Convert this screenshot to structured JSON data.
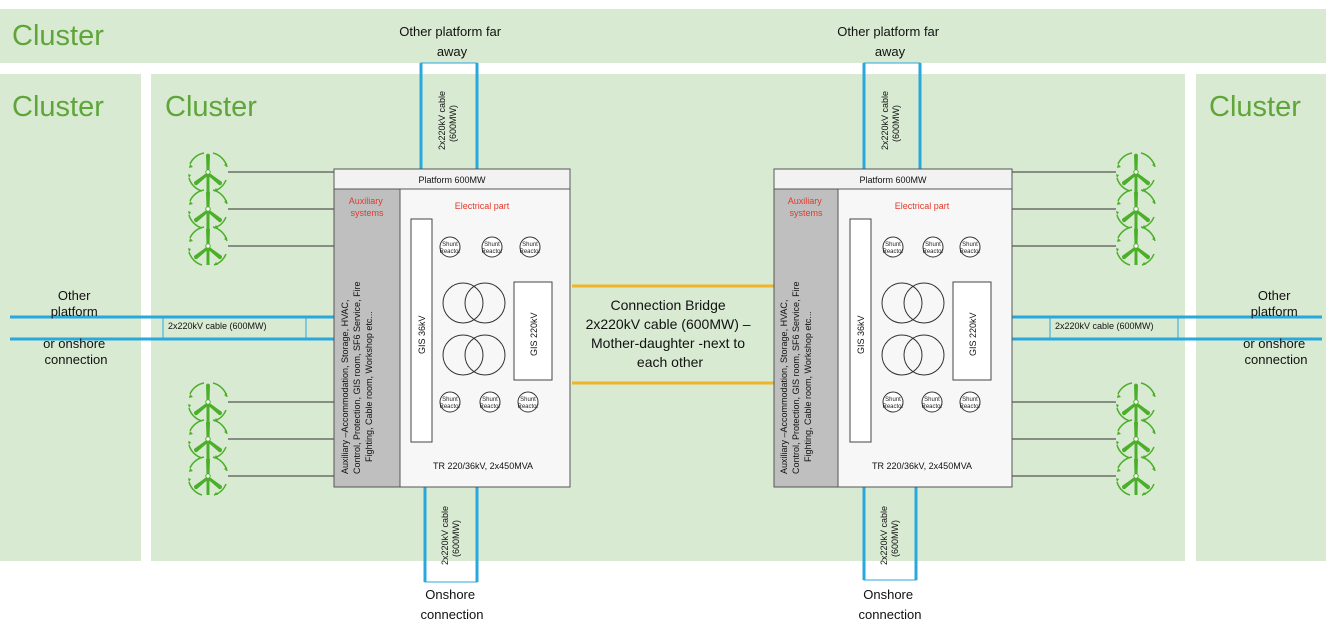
{
  "clusters": {
    "top": "Cluster",
    "left": "Cluster",
    "center": "Cluster",
    "right": "Cluster"
  },
  "platforms": [
    {
      "id": "left",
      "title": "Platform 600MW",
      "auxiliary_header": [
        "Auxiliary",
        "systems"
      ],
      "auxiliary_text": [
        "Auxiliary –Accommodation, Storage, HVAC,",
        "Control, Protection, GIS room, SF6 Service, Fire",
        "Fighting, Cable room, Workshop etc..."
      ],
      "electrical_header": "Electrical part",
      "gis36": "GIS 36kV",
      "gis220": "GIS 220kV",
      "shunt_lines": [
        "Shunt",
        "Reactor"
      ],
      "transformer_label": "TR 220/36kV, 2x450MVA",
      "top_connection": [
        "Other platform far",
        "away"
      ],
      "top_cable": [
        "2x220kV cable",
        "(600MW)"
      ],
      "bottom_connection": [
        "Onshore",
        "connection"
      ],
      "bottom_cable": [
        "2x220kV cable",
        "(600MW)"
      ],
      "side_connection": [
        "Other",
        "platform",
        "or onshore",
        "connection"
      ],
      "side_cable": "2x220kV cable (600MW)"
    },
    {
      "id": "right",
      "title": "Platform 600MW",
      "auxiliary_header": [
        "Auxiliary",
        "systems"
      ],
      "auxiliary_text": [
        "Auxiliary –Accommodation, Storage, HVAC,",
        "Control, Protection, GIS room, SF6 Service, Fire",
        "Fighting, Cable room, Workshop etc..."
      ],
      "electrical_header": "Electrical part",
      "gis36": "GIS 36kV",
      "gis220": "GIS 220kV",
      "shunt_lines": [
        "Shunt",
        "Reactor"
      ],
      "transformer_label": "TR 220/36kV, 2x450MVA",
      "top_connection": [
        "Other platform far",
        "away"
      ],
      "top_cable": [
        "2x220kV cable",
        "(600MW)"
      ],
      "bottom_connection": [
        "Onshore",
        "connection"
      ],
      "bottom_cable": [
        "2x220kV cable",
        "(600MW)"
      ],
      "side_connection": [
        "Other",
        "platform",
        "or onshore",
        "connection"
      ],
      "side_cable": "2x220kV cable (600MW)"
    }
  ],
  "bridge": [
    "Connection Bridge",
    "2x220kV cable (600MW) –",
    "Mother-daughter -next to",
    "each other"
  ],
  "colors": {
    "cluster_fill": "#d9ead3",
    "cluster_text": "#5fa53a",
    "cable": "#29a8dc",
    "bridge": "#f0b428",
    "auxiliary": "#bfbfbf",
    "platform": "#f7f7f7",
    "turbine": "#4caf2a",
    "accent_red": "#e23a2a"
  },
  "icons": [
    "wind-turbine-icon",
    "transformer-icon",
    "shunt-reactor-icon"
  ]
}
